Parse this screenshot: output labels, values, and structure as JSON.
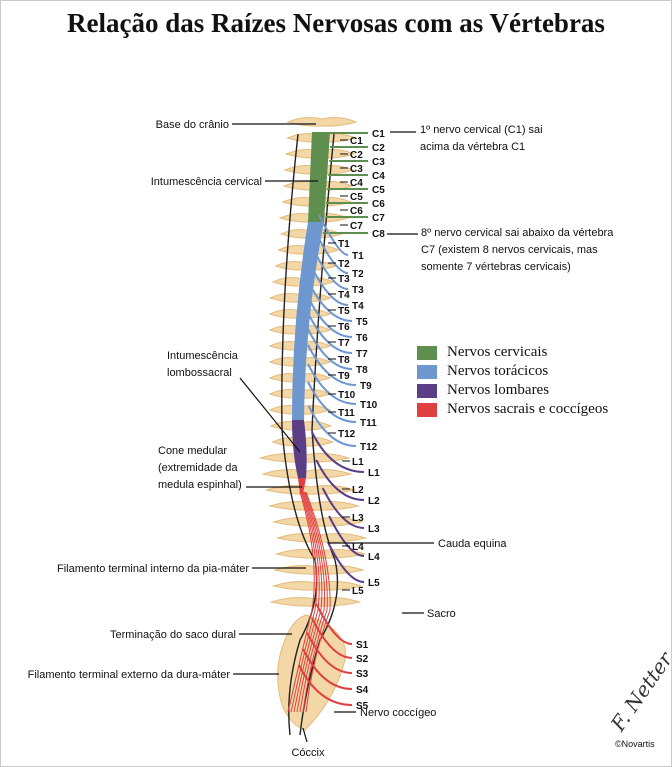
{
  "title": "Relação das Raízes Nervosas com as Vértebras",
  "labels": {
    "base_cranio": "Base do crânio",
    "intumescencia_cervical": "Intumescência cervical",
    "intumescencia_lombo_1": "Intumescência",
    "intumescencia_lombo_2": "lombossacral",
    "cone_1": "Cone medular",
    "cone_2": "(extremidade da",
    "cone_3": "medula espinhal)",
    "filamento_interno": "Filamento terminal interno da pia-máter",
    "terminacao_saco": "Terminação do saco dural",
    "filamento_externo": "Filamento terminal externo da dura-máter",
    "coccix": "Cóccix",
    "c1_note_1": "1º nervo cervical (C1) sai",
    "c1_note_2": "acima da vértebra C1",
    "c8_note_1": "8º nervo cervical sai abaixo da vértebra",
    "c8_note_2": "C7 (existem 8 nervos cervicais, mas",
    "c8_note_3": "somente 7 vértebras cervicais)",
    "cauda_equina": "Cauda equina",
    "sacro": "Sacro",
    "nervo_coccigeo": "Nervo coccígeo"
  },
  "legend": [
    {
      "label": "Nervos cervicais",
      "color": "#5f8f4e"
    },
    {
      "label": "Nervos torácicos",
      "color": "#6e97cf"
    },
    {
      "label": "Nervos lombares",
      "color": "#5a3f86"
    },
    {
      "label": "Nervos sacrais e coccígeos",
      "color": "#e04040"
    }
  ],
  "vertebra_labels": [
    "C1",
    "C2",
    "C3",
    "C4",
    "C5",
    "C6",
    "C7",
    "T1",
    "T2",
    "T3",
    "T4",
    "T5",
    "T6",
    "T7",
    "T8",
    "T9",
    "T10",
    "T11",
    "T12",
    "L1",
    "L2",
    "L3",
    "L4",
    "L5"
  ],
  "nerve_labels": [
    "C1",
    "C2",
    "C3",
    "C4",
    "C5",
    "C6",
    "C7",
    "C8",
    "T1",
    "T2",
    "T3",
    "T4",
    "T5",
    "T6",
    "T7",
    "T8",
    "T9",
    "T10",
    "T11",
    "T12",
    "L1",
    "L2",
    "L3",
    "L4",
    "L5",
    "S1",
    "S2",
    "S3",
    "S4",
    "S5"
  ],
  "colors": {
    "cervical": "#5f8f4e",
    "thoracic": "#6e97cf",
    "lumbar": "#5a3f86",
    "sacral": "#e04040",
    "bone": "#f3d7a6",
    "bone_dark": "#e4bb7c"
  },
  "logo": {
    "signature": "F. Netter",
    "copyright": "©Novartis"
  }
}
